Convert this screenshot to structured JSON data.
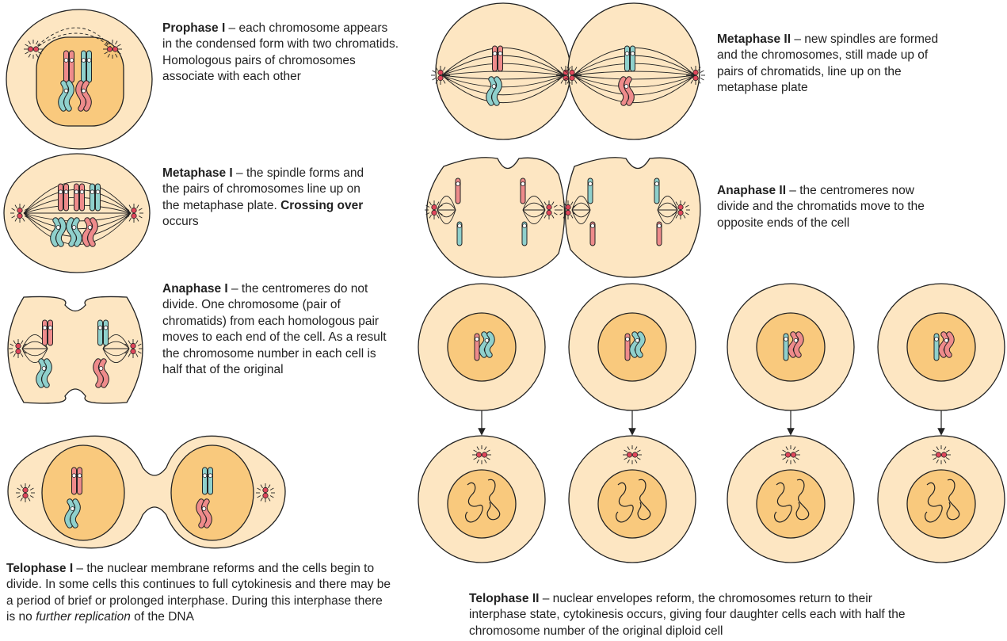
{
  "colors": {
    "cytoplasm": "#fde6c2",
    "cell_outline": "#222222",
    "nucleus": "#f9c97d",
    "chromosome_red": "#ee8b8b",
    "chromosome_teal": "#8fd0cc",
    "centriole": "#e0475b"
  },
  "stages": {
    "prophase1": {
      "title": "Prophase I",
      "text": " – each chromosome appears in the condensed form with two chromatids. Homologous pairs of chromosomes associate with each other"
    },
    "metaphase1": {
      "title": "Metaphase I",
      "text": " – the spindle forms and the pairs of chromosomes line up on the metaphase plate. ",
      "bold_tail": "Crossing over",
      "tail": " occurs"
    },
    "anaphase1": {
      "title": "Anaphase I",
      "text": " – the centromeres do not divide. One chromosome (pair of chromatids) from each homologous pair moves to each end of the cell. As a result the chromosome number in each cell is half that of the original"
    },
    "telophase1": {
      "title": "Telophase I",
      "text": " – the nuclear membrane reforms and the cells begin to divide. In some cells this continues to full cytokinesis and there may be a period of brief or prolonged interphase. During this interphase there is no ",
      "italic": "further replication",
      "tail": " of the DNA"
    },
    "metaphase2": {
      "title": "Metaphase II",
      "text": " – new spindles are formed and the chromosomes, still made up of pairs of chromatids, line up on the metaphase plate"
    },
    "anaphase2": {
      "title": "Anaphase II",
      "text": " – the centromeres now divide and the chromatids move to the opposite ends of the cell"
    },
    "telophase2": {
      "title": "Telophase II",
      "text": " – nuclear envelopes reform, the chromosomes return to their interphase state, cytokinesis occurs, giving four daughter cells each with half the chromosome number of the original diploid cell"
    }
  }
}
